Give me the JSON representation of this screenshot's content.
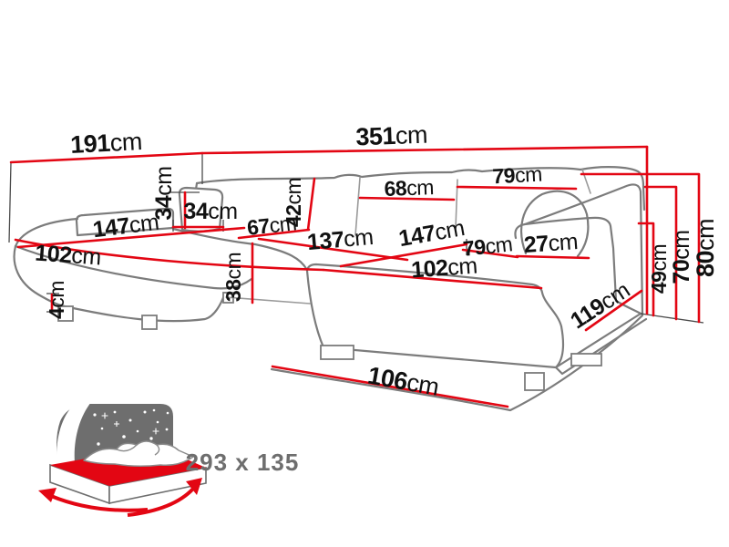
{
  "diagram": {
    "type": "sofa-dimension-diagram",
    "dimensions": {
      "left_span": {
        "value": "191",
        "unit": "cm"
      },
      "total_width": {
        "value": "351",
        "unit": "cm"
      },
      "pillow_height": {
        "value": "34",
        "unit": "cm"
      },
      "pillow_width": {
        "value": "34",
        "unit": "cm"
      },
      "left_backrest_length": {
        "value": "147",
        "unit": "cm"
      },
      "left_chaise_width": {
        "value": "102",
        "unit": "cm"
      },
      "leg_height": {
        "value": "4",
        "unit": "cm"
      },
      "seat_depth": {
        "value": "67",
        "unit": "cm"
      },
      "backrest_height": {
        "value": "42",
        "unit": "cm"
      },
      "seat_height": {
        "value": "38",
        "unit": "cm"
      },
      "middle_seat_width": {
        "value": "137",
        "unit": "cm"
      },
      "back_cushion_width": {
        "value": "68",
        "unit": "cm"
      },
      "back_cushion_width_right": {
        "value": "79",
        "unit": "cm"
      },
      "right_seat_length": {
        "value": "147",
        "unit": "cm"
      },
      "right_seat_width": {
        "value": "79",
        "unit": "cm"
      },
      "armrest_width": {
        "value": "27",
        "unit": "cm"
      },
      "right_chaise_length": {
        "value": "102",
        "unit": "cm"
      },
      "right_section_depth": {
        "value": "119",
        "unit": "cm"
      },
      "base_width": {
        "value": "106",
        "unit": "cm"
      },
      "armrest_height": {
        "value": "49",
        "unit": "cm"
      },
      "back_height": {
        "value": "70",
        "unit": "cm"
      },
      "total_height": {
        "value": "80",
        "unit": "cm"
      }
    },
    "sleeping_function": {
      "icon": "sleeping-function-icon",
      "area_label": "293 x 135"
    },
    "colors": {
      "dimension_red": "#e30613",
      "outline_gray": "#7c7c7c",
      "seam_gray": "#9a9a9a",
      "text_black": "#111111",
      "icon_gray": "#6e6e6e"
    }
  }
}
